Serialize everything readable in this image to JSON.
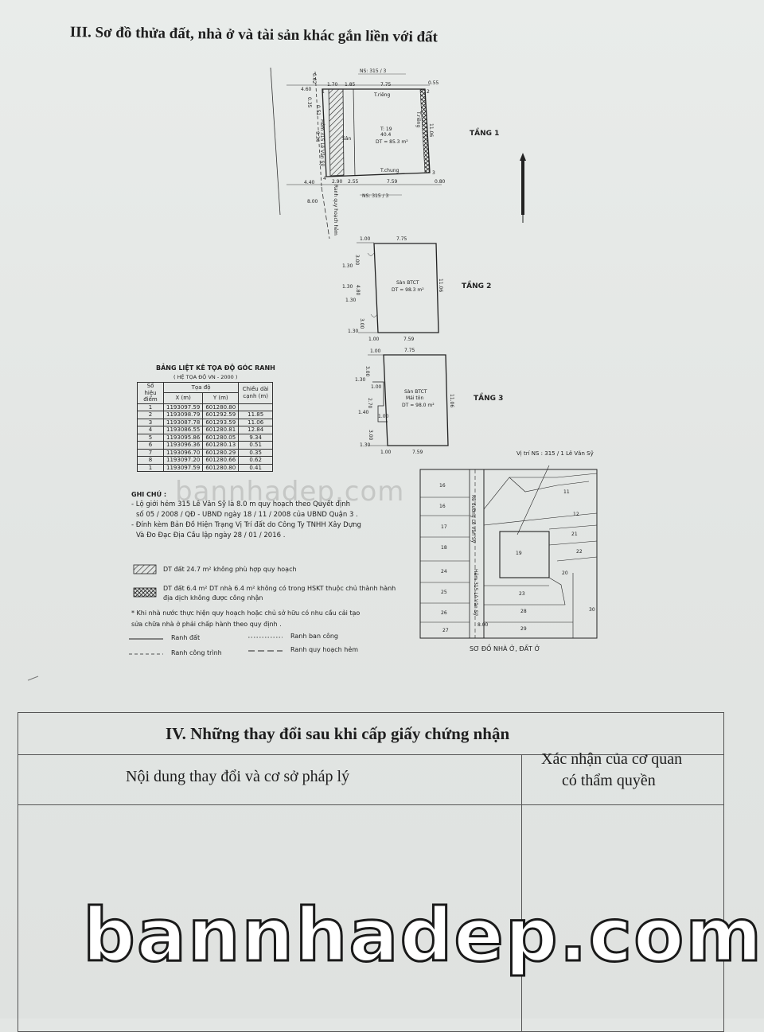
{
  "section3": {
    "title": "III. Sơ đồ thửa đất, nhà ở và tài sản khác gắn liền với đất"
  },
  "floor1": {
    "label": "TẦNG 1",
    "ns_top": "NS: 315 / 3",
    "ns_bottom": "NS: 315 / 3",
    "top_wall": "T.riêng",
    "bottom_wall": "T.chung",
    "yard": "Sân",
    "lot": "T: 19",
    "lot_sub": "40.4",
    "area": "DT = 85.3 m²",
    "alley": "Hẻm 315 Lê Văn Sỹ",
    "planning_line": "Ranh quy hoạch hẻm",
    "wall_right": "T.riêng",
    "dims": {
      "d460": "4.60",
      "d170": "1.70",
      "d185": "1.85",
      "d775": "7.75",
      "d055": "0.55",
      "d062": "0.62",
      "d035": "0.35",
      "d051": "0.51",
      "d934": "9.34",
      "d1106": "11.06",
      "d440": "4.40",
      "d290": "2.90",
      "d255": "2.55",
      "d759": "7.59",
      "d080": "0.80",
      "d800": "8.00",
      "p1": "1",
      "p2": "2",
      "p3": "3",
      "p4": "4"
    }
  },
  "floor2": {
    "label": "TẦNG 2",
    "slab": "Sàn BTCT",
    "area": "DT = 98.3 m²",
    "dims": {
      "top1": "1.00",
      "top2": "7.75",
      "l1": "1.30",
      "l2": "3.00",
      "l3": "1.30",
      "l4": "4.80",
      "l5": "1.30",
      "l6": "3.00",
      "l7": "1.30",
      "right": "11.06",
      "bot1": "1.00",
      "bot2": "7.59"
    }
  },
  "floor3": {
    "label": "TẦNG 3",
    "slab": "Sàn BTCT",
    "roof": "Mái tôn",
    "area": "DT = 98.0 m²",
    "dims": {
      "top1": "1.00",
      "top2": "7.75",
      "l1": "3.00",
      "l2": "1.30",
      "l3": "1.00",
      "l4": "2.70",
      "l5": "1.40",
      "l6": "1.00",
      "l7": "3.00",
      "l8": "1.30",
      "right": "11.06",
      "bot1": "1.00",
      "bot2": "7.59"
    }
  },
  "coords": {
    "title": "BẢNG LIỆT KÊ TỌA ĐỘ GÓC RANH",
    "subtitle": "( HỆ TỌA ĐỘ VN - 2000 )",
    "h_point": "Số hiệu điểm",
    "h_coord": "Tọa độ",
    "h_x": "X (m)",
    "h_y": "Y (m)",
    "h_len": "Chiều dài cạnh (m)",
    "rows": [
      {
        "p": "1",
        "x": "1193097.59",
        "y": "601280.80",
        "len": ""
      },
      {
        "p": "2",
        "x": "1193098.79",
        "y": "601292.59",
        "len": "11.85"
      },
      {
        "p": "3",
        "x": "1193087.78",
        "y": "601293.59",
        "len": "11.06"
      },
      {
        "p": "4",
        "x": "1193086.55",
        "y": "601280.81",
        "len": "12.84"
      },
      {
        "p": "5",
        "x": "1193095.86",
        "y": "601280.05",
        "len": "9.34"
      },
      {
        "p": "6",
        "x": "1193096.36",
        "y": "601280.13",
        "len": "0.51"
      },
      {
        "p": "7",
        "x": "1193096.70",
        "y": "601280.29",
        "len": "0.35"
      },
      {
        "p": "8",
        "x": "1193097.20",
        "y": "601280.66",
        "len": "0.62"
      },
      {
        "p": "1",
        "x": "1193097.59",
        "y": "601280.80",
        "len": "0.41"
      }
    ]
  },
  "notes": {
    "heading": "GHI CHÚ :",
    "n1a": "- Lộ giới hẻm 315 Lê Văn Sỹ là 8.0 m quy hoạch theo Quyết định",
    "n1b": "số 05 / 2008 / QĐ - UBND ngày 18 / 11 / 2008 của UBND Quận 3 .",
    "n2a": "- Đính kèm Bản Đồ Hiện Trạng Vị Trí đất do Công Ty TNHH Xây Dựng",
    "n2b": "Và Đo Đạc Địa Cầu lập ngày 28 / 01 / 2016 .",
    "hatch1": "DT đất 24.7 m² không phù hợp quy hoạch",
    "hatch2a": "DT đất 6.4 m² DT nhà 6.4 m² không có trong HSKT thuộc chủ thành hành",
    "hatch2b": "địa dịch không được công nhận",
    "n3a": "* Khi nhà nước thực hiện quy hoạch hoặc chủ sở hữu có nhu cầu cải tạo",
    "n3b": "sửa chữa nhà ở phải chấp hành theo quy định .",
    "leg1": "Ranh đất",
    "leg2": "Ranh ban công",
    "leg3": "Ranh công trình",
    "leg4": "Ranh quy hoạch hẻm"
  },
  "location": {
    "title": "Vị trí NS : 315 / 1 Lê Văn Sỹ",
    "caption": "SƠ ĐỒ NHÀ Ở, ĐẤT Ở",
    "road": "Hẻm 315 Lê Văn Sỹ",
    "road2": "Rẽ đường Lê Văn Sỹ",
    "width": "8.00",
    "lots_left": [
      "16",
      "16",
      "17",
      "18",
      "24",
      "25",
      "26",
      "27"
    ],
    "lots_right": [
      "11",
      "12",
      "19",
      "21",
      "22",
      "20",
      "23",
      "28",
      "29",
      "30"
    ]
  },
  "watermark_small": "bannhadep.com",
  "section4": {
    "title": "IV. Những thay đổi sau khi cấp giấy chứng nhận",
    "col1": "Nội dung thay đổi và cơ sở pháp lý",
    "col2a": "Xác nhận của cơ quan",
    "col2b": "có thẩm quyền"
  },
  "watermark_big": "bannhadep.com"
}
